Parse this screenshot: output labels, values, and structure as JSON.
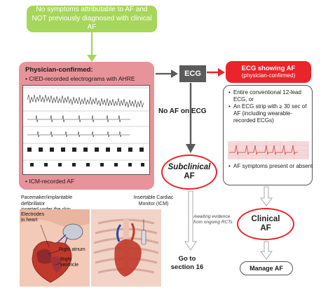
{
  "top_box": {
    "line1": "No symptoms attributable to AF and",
    "line2": "NOT previously diagnosed with clinical AF"
  },
  "physician_box": {
    "title": "Physician-confirmed:",
    "bullet_cied": "• CIED-recorded electrograms with AHRE",
    "bullet_icm": "• ICM-recorded AF"
  },
  "ecg_box": {
    "label": "ECG"
  },
  "ecg_af_box": {
    "title": "ECG showing AF",
    "subtitle": "(physician-confirmed)"
  },
  "criteria": {
    "item1": "Entire conventional 12-lead ECG, or",
    "item2": "An ECG strip with ≥ 30 sec of AF (including wearable-recorded ECGs)",
    "item3": "AF symptoms present or absent"
  },
  "no_af_label": "No AF on ECG",
  "subclinical": {
    "line1": "Subclinical",
    "line2": "AF"
  },
  "clinical": {
    "line1": "Clinical",
    "line2": "AF"
  },
  "manage": "Manage AF",
  "awaiting": {
    "line1": "Awaiting evidence",
    "line2": "from ongoing RCTs"
  },
  "goto": {
    "line1": "Go to",
    "line2": "section 16"
  },
  "pacemaker_caption": {
    "line1": "Pacemaker/implantable defibrillator",
    "line2": "inserted under the skin"
  },
  "icm_caption": {
    "line1": "Insertable Cardiac",
    "line2": "Monitor (ICM)"
  },
  "heart_labels": {
    "electrodes": "Electrodes",
    "in_heart": "in heart",
    "right_atrium": "Right atrium",
    "right": "Right",
    "ventricle": "ventricle"
  },
  "colors": {
    "green": "#a6d65a",
    "pink": "#e8939a",
    "red": "#e9242a",
    "dark_gray": "#5a5a5a"
  }
}
